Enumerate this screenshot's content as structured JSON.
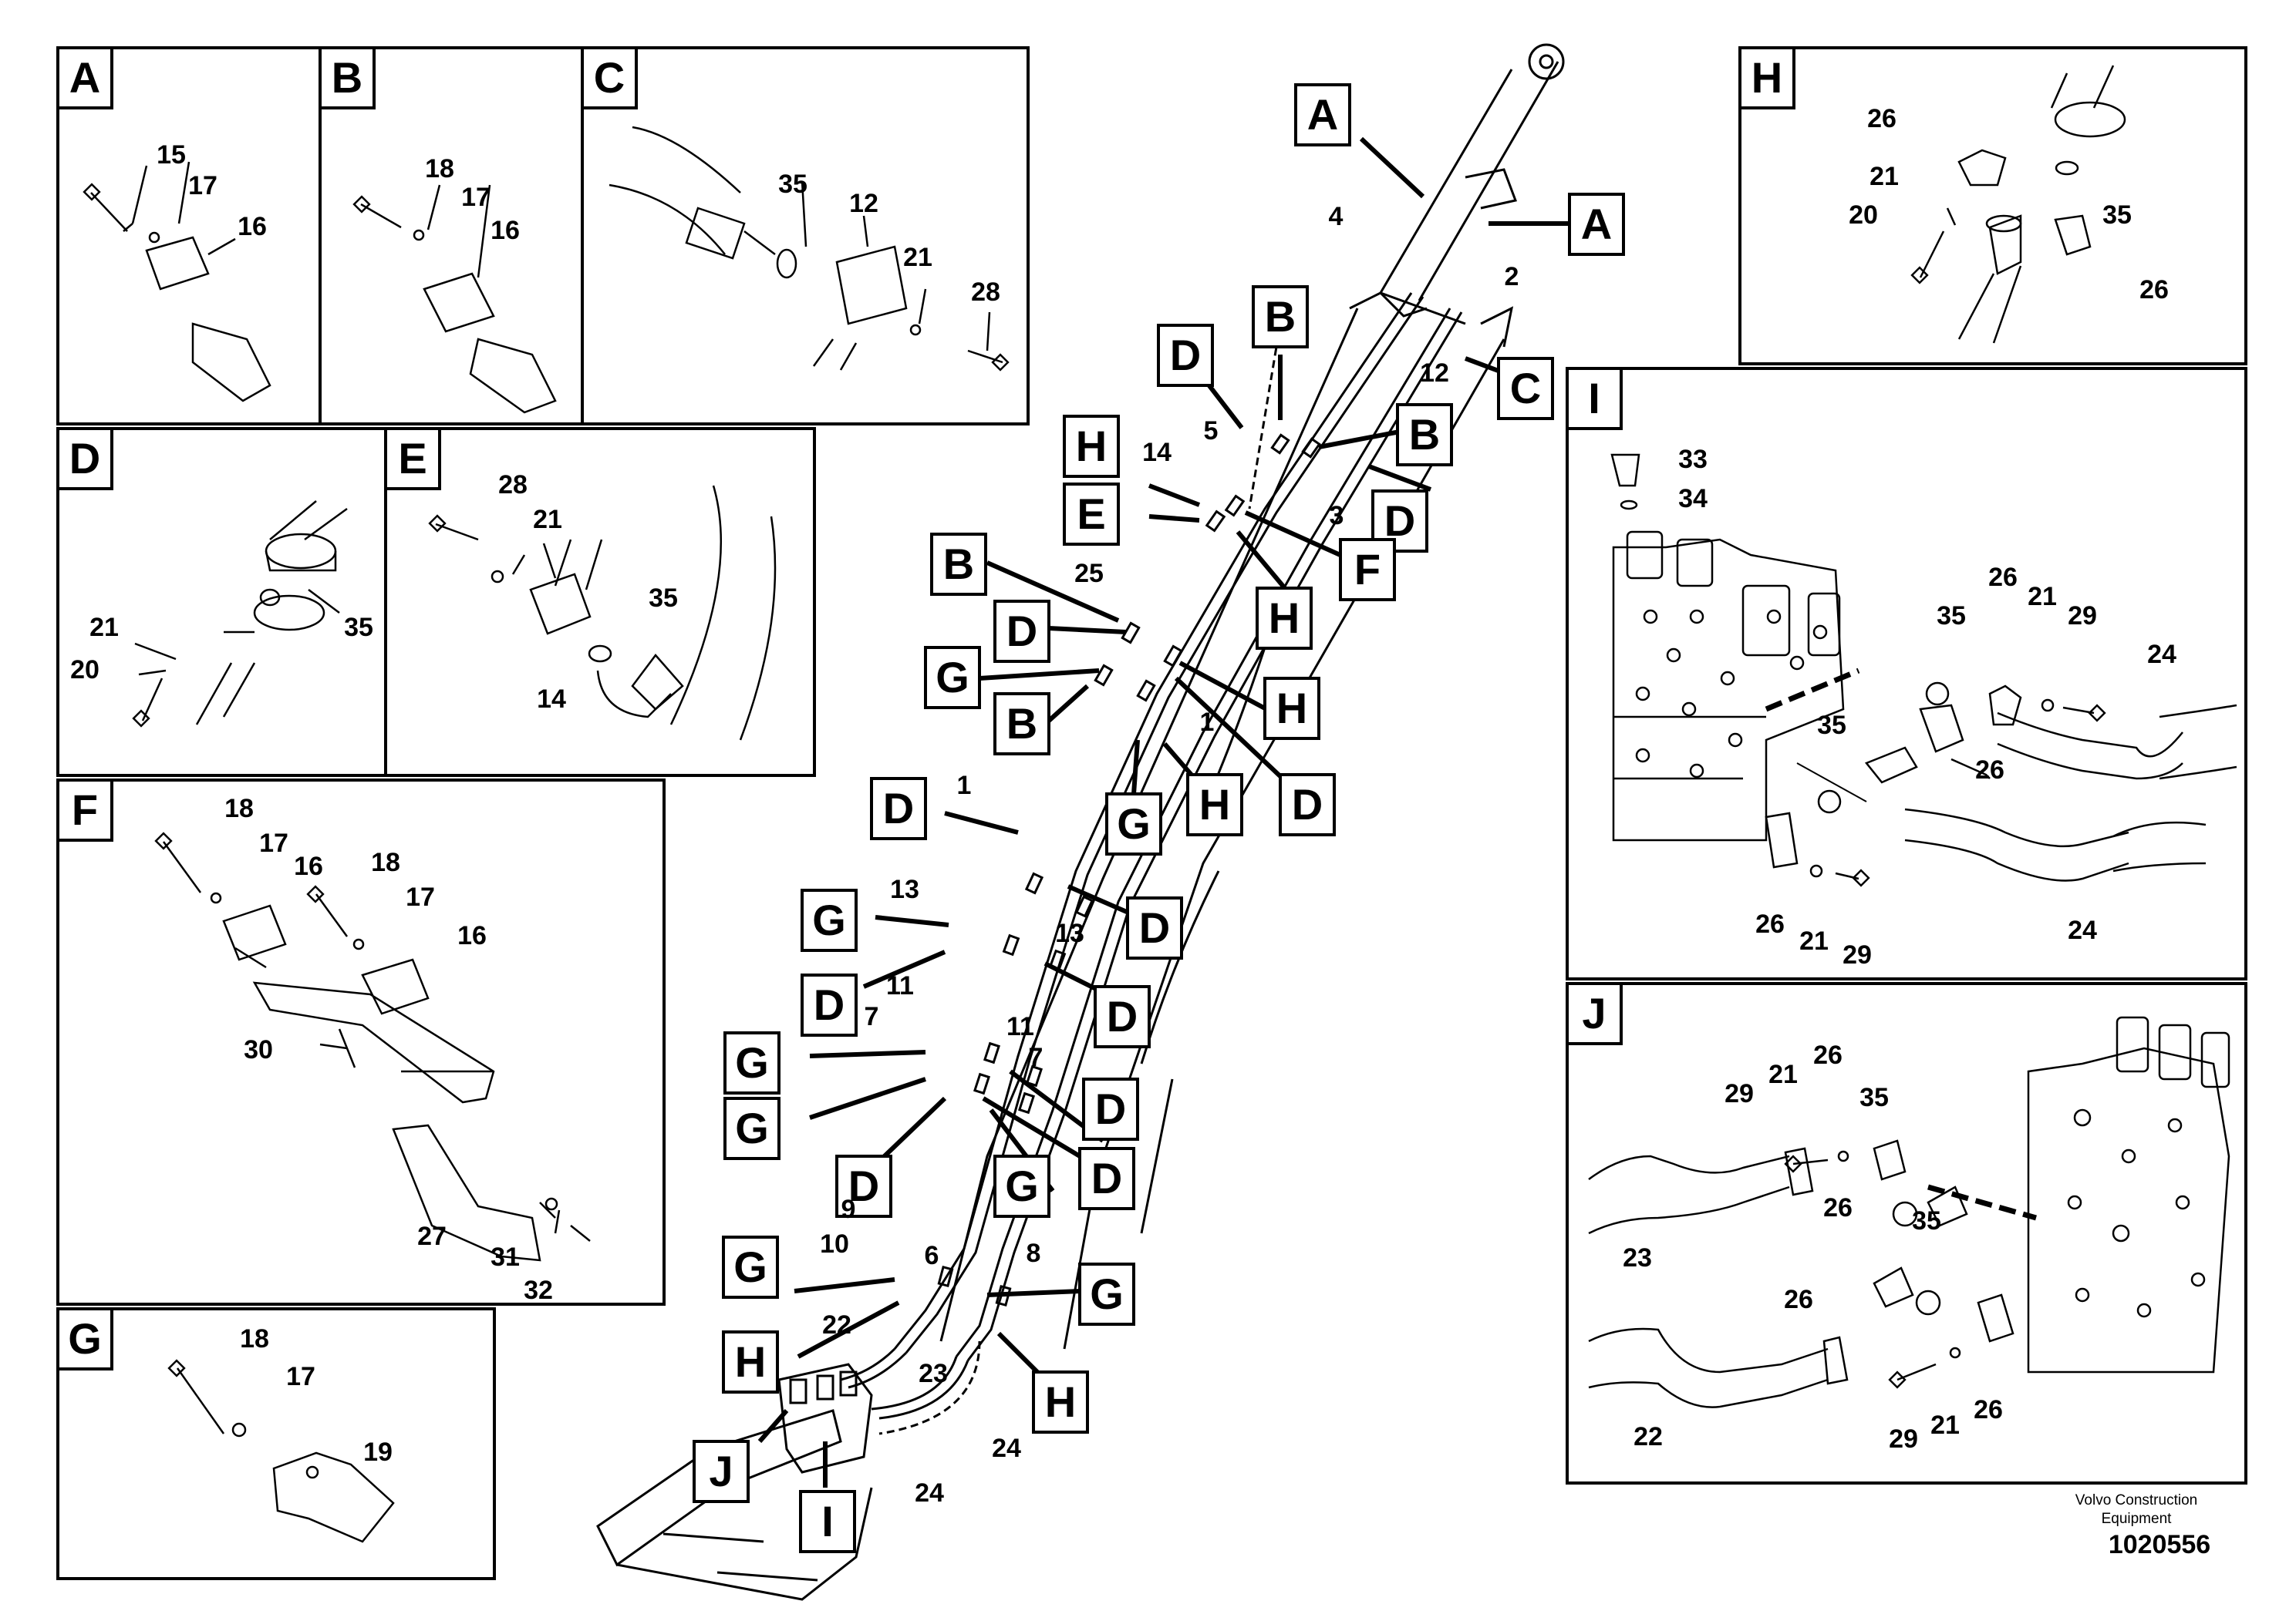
{
  "panels": {
    "A": {
      "letter": "A",
      "parts": [
        "15",
        "17",
        "16"
      ]
    },
    "B": {
      "letter": "B",
      "parts": [
        "18",
        "17",
        "16"
      ]
    },
    "C": {
      "letter": "C",
      "parts": [
        "35",
        "12",
        "21",
        "28"
      ]
    },
    "D": {
      "letter": "D",
      "parts": [
        "21",
        "35",
        "20"
      ]
    },
    "E": {
      "letter": "E",
      "parts": [
        "28",
        "21",
        "35",
        "14"
      ]
    },
    "F": {
      "letter": "F",
      "parts": [
        "18",
        "17",
        "16",
        "18",
        "17",
        "16",
        "30",
        "27",
        "31",
        "32"
      ]
    },
    "G": {
      "letter": "G",
      "parts": [
        "18",
        "17",
        "19"
      ]
    },
    "H": {
      "letter": "H",
      "parts": [
        "26",
        "21",
        "20",
        "35",
        "26"
      ]
    },
    "I": {
      "letter": "I",
      "parts": [
        "33",
        "34",
        "26",
        "21",
        "29",
        "35",
        "24",
        "35",
        "26",
        "26",
        "21",
        "29",
        "24"
      ]
    },
    "J": {
      "letter": "J",
      "parts": [
        "29",
        "21",
        "26",
        "35",
        "26",
        "23",
        "35",
        "26",
        "22",
        "29",
        "21",
        "26"
      ]
    }
  },
  "main_callouts": [
    "A",
    "A",
    "B",
    "C",
    "D",
    "H",
    "B",
    "E",
    "H",
    "D",
    "F",
    "B",
    "D",
    "H",
    "G",
    "B",
    "D",
    "G",
    "H",
    "D",
    "D",
    "G",
    "D",
    "D",
    "G",
    "D",
    "G",
    "D",
    "G",
    "H",
    "G",
    "H",
    "J",
    "I"
  ],
  "main_numbers": [
    "4",
    "2",
    "12",
    "5",
    "14",
    "3",
    "25",
    "1",
    "1",
    "13",
    "13",
    "11",
    "7",
    "11",
    "7",
    "9",
    "6",
    "10",
    "8",
    "22",
    "23",
    "24",
    "24"
  ],
  "credit": {
    "line1": "Volvo Construction",
    "line2": "Equipment",
    "doc_number": "1020556"
  }
}
